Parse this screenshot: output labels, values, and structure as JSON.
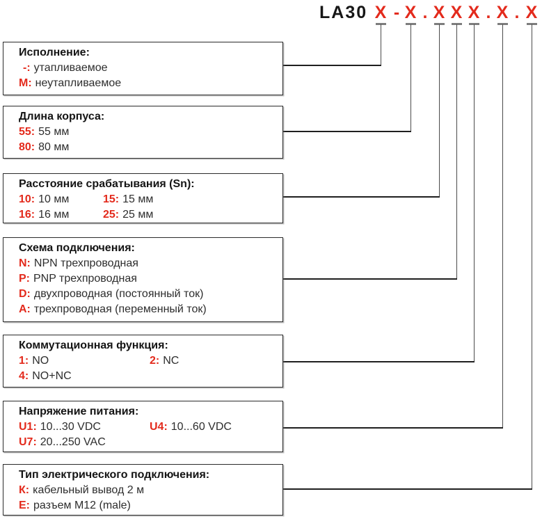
{
  "title": {
    "product": "LA30",
    "code_chars": [
      "X",
      "-",
      "X",
      ".",
      "X",
      "X",
      "X",
      ".",
      "X",
      ".",
      "X"
    ]
  },
  "colors": {
    "accent_red": "#e32a1c",
    "text_black": "#1c1c1c",
    "line_gray": "#4a4a4a"
  },
  "sections": [
    {
      "header": "Исполнение:",
      "items": [
        {
          "code": "-:",
          "text": "утапливаемое"
        },
        {
          "code": "М:",
          "text": "неутапливаемое"
        }
      ]
    },
    {
      "header": "Длина корпуса:",
      "items": [
        {
          "code": "55:",
          "text": "55 мм"
        },
        {
          "code": "80:",
          "text": "80 мм"
        }
      ]
    },
    {
      "header": "Расстояние срабатывания (Sn):",
      "items": [
        {
          "code": "10:",
          "text": "10 мм"
        },
        {
          "code": "15:",
          "text": "15 мм"
        },
        {
          "code": "16:",
          "text": "16 мм"
        },
        {
          "code": "25:",
          "text": "25 мм"
        }
      ]
    },
    {
      "header": "Схема подключения:",
      "items": [
        {
          "code": "N:",
          "text": "NPN трехпроводная"
        },
        {
          "code": "P:",
          "text": "PNP трехпроводная"
        },
        {
          "code": "D:",
          "text": "двухпроводная (постоянный ток)"
        },
        {
          "code": "A:",
          "text": "трехпроводная (переменный ток)"
        }
      ]
    },
    {
      "header": "Коммутационная функция:",
      "items": [
        {
          "code": "1:",
          "text": "NO"
        },
        {
          "code": "2:",
          "text": "NC"
        },
        {
          "code": "4:",
          "text": "NO+NC"
        }
      ]
    },
    {
      "header": "Напряжение питания:",
      "items": [
        {
          "code": "U1:",
          "text": "10...30 VDC"
        },
        {
          "code": "U4:",
          "text": "10...60 VDC"
        },
        {
          "code": "U7:",
          "text": "20...250 VAC"
        }
      ]
    },
    {
      "header": "Тип электрического подключения:",
      "items": [
        {
          "code": "К:",
          "text": "кабельный вывод 2 м"
        },
        {
          "code": "Е:",
          "text": "разъем M12 (male)"
        }
      ]
    }
  ]
}
